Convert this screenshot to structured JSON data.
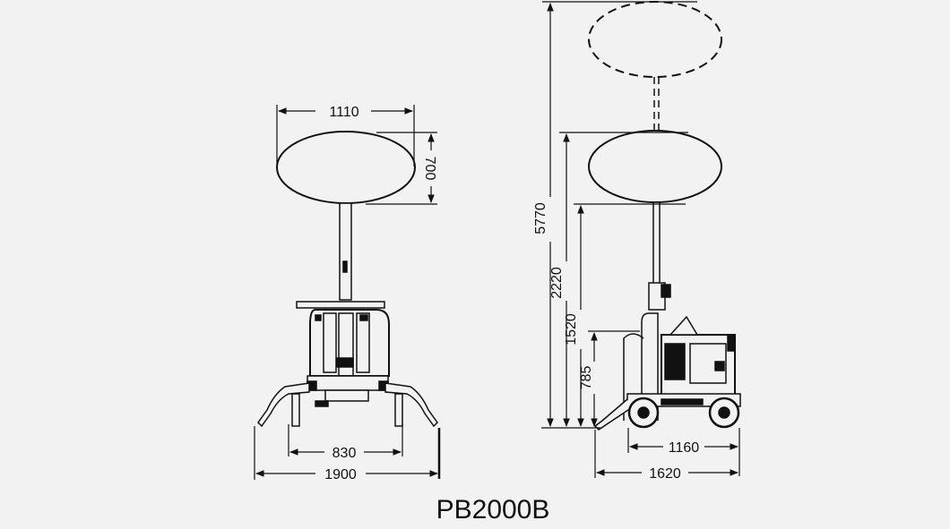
{
  "model": "PB2000B",
  "front_view": {
    "balloon_width": "1110",
    "balloon_height": "700",
    "track_width": "830",
    "outrigger_width": "1900"
  },
  "side_view": {
    "max_height": "5770",
    "retracted_height": "2220",
    "balloon_base_height": "1520",
    "base_height": "785",
    "wheelbase": "1160",
    "overall_length": "1620"
  },
  "colors": {
    "line": "#111111",
    "background": "#f2f2f2"
  }
}
